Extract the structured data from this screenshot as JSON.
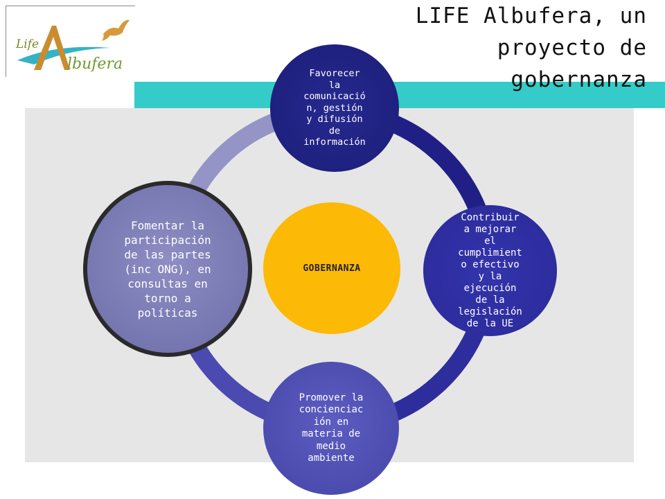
{
  "header": {
    "title_line1": "LIFE Albufera, un",
    "title_line2": "proyecto de",
    "title_line3": "gobernanza"
  },
  "logo": {
    "text_life": "Life",
    "text_A": "A",
    "text_rest": "lbufera"
  },
  "diagram": {
    "center": "GOBERNANZA",
    "nodes": [
      {
        "id": "top",
        "text": "Favorecer\nla\ncomunicació\nn, gestión\ny difusión\nde\ninformación"
      },
      {
        "id": "right",
        "text": "Contribuir\na mejorar\nel\ncumplimient\no efectivo\ny la\nejecución\nde la\nlegislación\nde la UE"
      },
      {
        "id": "bottom",
        "text": "Promover la\nconcienciac\nión en\nmateria de\nmedio\nambiente"
      },
      {
        "id": "left",
        "text": "Fomentar la\nparticipación\nde las partes\n(inc ONG), en\nconsultas en\ntorno a\npolíticas"
      }
    ]
  },
  "colors": {
    "accent_band": "#35cbc8",
    "panel": "#e6e6e6",
    "center": "#fcb906",
    "ring_dark": "#1f1f86",
    "ring_light": "#9090c4"
  }
}
